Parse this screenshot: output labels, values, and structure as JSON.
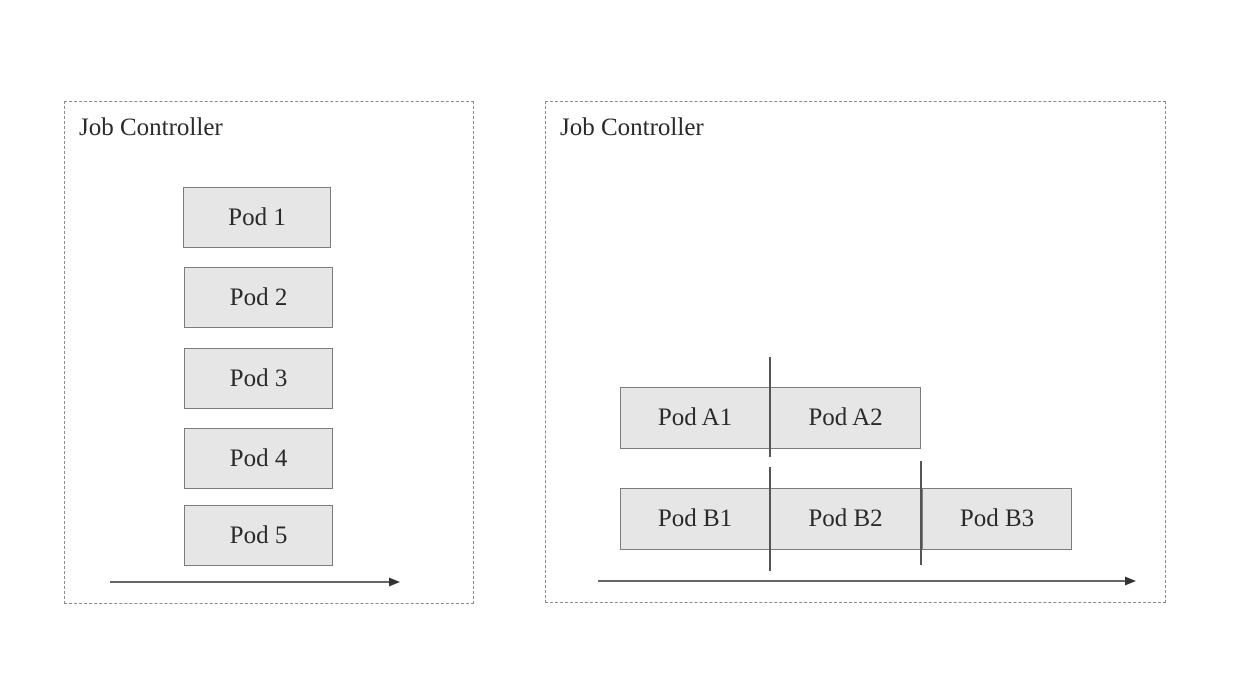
{
  "left_panel": {
    "title": "Job Controller",
    "pods": [
      "Pod 1",
      "Pod 2",
      "Pod 3",
      "Pod 4",
      "Pod 5"
    ]
  },
  "right_panel": {
    "title": "Job Controller",
    "row_a": [
      "Pod A1",
      "Pod A2"
    ],
    "row_b": [
      "Pod B1",
      "Pod B2",
      "Pod B3"
    ]
  }
}
